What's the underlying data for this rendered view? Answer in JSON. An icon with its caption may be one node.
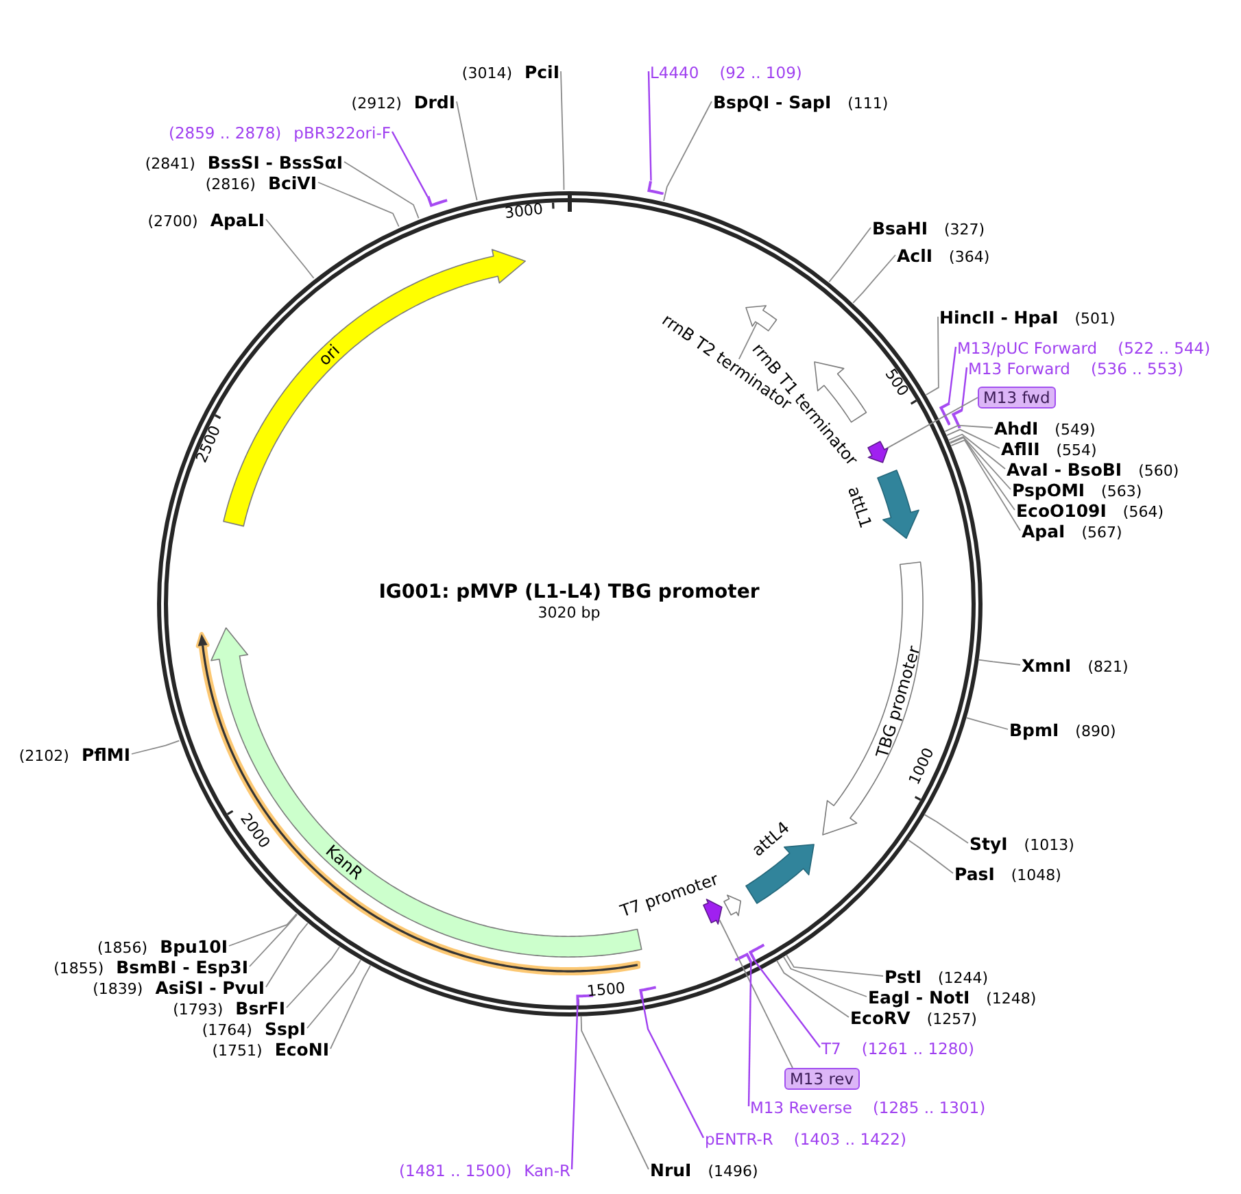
{
  "diagram": {
    "nodes": [
      {
        "text": [
          "IG001: pMVP (L1-L4) TBG promoter",
          "3020 bp"
        ]
      },
      {
        "text": [
          "ori"
        ],
        "in": 0
      },
      {
        "text": [
          "rrnB T2 terminator"
        ],
        "in": 0
      },
      {
        "text": [],
        "shape": "arrow",
        "in": 0
      },
      {
        "text": [],
        "shape": "arrow",
        "in": 0,
        "beside": [
          "rrnB T1 terminator"
        ]
      },
      {
        "text": [],
        "shape": "arrow",
        "in": 0
      },
      {
        "text": [],
        "shape": "arrow",
        "in": 0,
        "beside": [
          "attL1"
        ]
      },
      {
        "text": [
          "TBG promoter"
        ],
        "in": 0
      },
      {
        "text": [],
        "shape": "arrow",
        "in": 0
      },
      {
        "text": [
          "KanR"
        ],
        "in": 0
      },
      {
        "text": [],
        "shape": "arrow",
        "in": 0,
        "beside": [
          "attL4"
        ]
      },
      {
        "text": [],
        "shape": "arrow",
        "in": 0,
        "beside": [
          "T7 promoter"
        ]
      },
      {
        "text": [],
        "shape": "arrow",
        "in": 0
      },
      {
        "text": [
          "(3014)",
          "PciI"
        ]
      },
      {
        "text": [
          "L4440",
          "(92 .. 109)"
        ]
      },
      {
        "text": [],
        "shape": "arc"
      },
      {
        "text": [
          "(2912)",
          "DrdI"
        ]
      },
      {
        "text": [
          "BspQI - SapI",
          "(111)"
        ]
      },
      {
        "text": [
          "(2859 .. 2878)",
          "pBR322ori-F"
        ]
      },
      {
        "text": [],
        "shape": "arc"
      },
      {
        "text": [
          "(2841)",
          "BssSI - BssSαI"
        ]
      },
      {
        "text": [
          "(2816)",
          "BciVI"
        ]
      },
      {
        "text": [
          "(2700)",
          "ApaLI"
        ]
      },
      {
        "text": [
          "BsaHI",
          "(327)"
        ]
      },
      {
        "text": [
          "AclI",
          "(364)"
        ]
      },
      {
        "text": [
          "HincII - HpaI",
          "(501)"
        ]
      },
      {
        "text": [
          "M13/pUC Forward",
          "(522 .. 544)"
        ]
      },
      {
        "text": [],
        "shape": "arc"
      },
      {
        "text": [
          "M13 Forward",
          "(536 .. 553)"
        ]
      },
      {
        "text": [],
        "shape": "arc"
      },
      {
        "text": [
          "M13 fwd"
        ]
      },
      {
        "text": [
          "AhdI",
          "(549)"
        ]
      },
      {
        "text": [
          "AflII",
          "(554)"
        ]
      },
      {
        "text": [
          "AvaI - BsoBI",
          "(560)"
        ]
      },
      {
        "text": [
          "PspOMI",
          "(563)"
        ]
      },
      {
        "text": [
          "EcoO109I",
          "(564)"
        ]
      },
      {
        "text": [
          "ApaI",
          "(567)"
        ]
      },
      {
        "text": [
          "XmnI",
          "(821)"
        ]
      },
      {
        "text": [
          "BpmI",
          "(890)"
        ]
      },
      {
        "text": [
          "(2102)",
          "PflMI"
        ]
      },
      {
        "text": [
          "StyI",
          "(1013)"
        ]
      },
      {
        "text": [
          "PasI",
          "(1048)"
        ]
      },
      {
        "text": [
          "(1856)",
          "Bpu10I"
        ]
      },
      {
        "text": [
          "(1855)",
          "BsmBI - Esp3I"
        ]
      },
      {
        "text": [
          "PstI",
          "(1244)"
        ]
      },
      {
        "text": [
          "(1839)",
          "AsiSI - PvuI"
        ]
      },
      {
        "text": [
          "EagI - NotI",
          "(1248)"
        ]
      },
      {
        "text": [
          "(1793)",
          "BsrFI"
        ]
      },
      {
        "text": [
          "EcoRV",
          "(1257)"
        ]
      },
      {
        "text": [
          "(1764)",
          "SspI"
        ]
      },
      {
        "text": [
          "T7",
          "(1261 .. 1280)"
        ]
      },
      {
        "text": [],
        "shape": "arc",
        "in": 0
      },
      {
        "text": [
          "(1751)",
          "EcoNI"
        ]
      },
      {
        "text": [
          "M13 rev"
        ]
      },
      {
        "text": [
          "M13 Reverse",
          "(1285 .. 1301)"
        ]
      },
      {
        "text": [],
        "shape": "arc",
        "in": 0
      },
      {
        "text": [
          "pENTR-R",
          "(1403 .. 1422)"
        ]
      },
      {
        "text": [],
        "shape": "arc",
        "in": 0
      },
      {
        "text": [
          "(1481 .. 1500)",
          "Kan-R"
        ]
      },
      {
        "text": [],
        "shape": "arc",
        "in": 0
      },
      {
        "text": [
          "NruI",
          "(1496)"
        ]
      }
    ],
    "edges": [
      {
        "from": 2,
        "to": 3,
        "arrow": "none"
      },
      {
        "from": 13,
        "to": 0,
        "arrow": "none"
      },
      {
        "from": 14,
        "to": 15,
        "arrow": "none",
        "color": "#9f3ff0"
      },
      {
        "from": 16,
        "to": 0,
        "arrow": "none"
      },
      {
        "from": 17,
        "to": 0,
        "arrow": "none"
      },
      {
        "from": 18,
        "to": 19,
        "arrow": "none",
        "color": "#9f3ff0"
      },
      {
        "from": 20,
        "to": 0,
        "arrow": "none"
      },
      {
        "from": 21,
        "to": 0,
        "arrow": "none"
      },
      {
        "from": 22,
        "to": 0,
        "arrow": "none"
      },
      {
        "from": 23,
        "to": 0,
        "arrow": "none"
      },
      {
        "from": 24,
        "to": 0,
        "arrow": "none"
      },
      {
        "from": 25,
        "to": 0,
        "arrow": "none"
      },
      {
        "from": 26,
        "to": 27,
        "arrow": "none",
        "color": "#9f3ff0"
      },
      {
        "from": 28,
        "to": 29,
        "arrow": "none",
        "color": "#9f3ff0"
      },
      {
        "from": 30,
        "to": 5,
        "arrow": "none"
      },
      {
        "from": 31,
        "to": 0,
        "arrow": "none"
      },
      {
        "from": 32,
        "to": 0,
        "arrow": "none"
      },
      {
        "from": 33,
        "to": 0,
        "arrow": "none"
      },
      {
        "from": 34,
        "to": 0,
        "arrow": "none"
      },
      {
        "from": 35,
        "to": 0,
        "arrow": "none"
      },
      {
        "from": 36,
        "to": 0,
        "arrow": "none"
      },
      {
        "from": 37,
        "to": 0,
        "arrow": "none"
      },
      {
        "from": 38,
        "to": 0,
        "arrow": "none"
      },
      {
        "from": 39,
        "to": 0,
        "arrow": "none"
      },
      {
        "from": 40,
        "to": 0,
        "arrow": "none"
      },
      {
        "from": 41,
        "to": 0,
        "arrow": "none"
      },
      {
        "from": 42,
        "to": 0,
        "arrow": "none"
      },
      {
        "from": 43,
        "to": 0,
        "arrow": "none"
      },
      {
        "from": 44,
        "to": 0,
        "arrow": "none"
      },
      {
        "from": 45,
        "to": 0,
        "arrow": "none"
      },
      {
        "from": 46,
        "to": 0,
        "arrow": "none"
      },
      {
        "from": 47,
        "to": 0,
        "arrow": "none"
      },
      {
        "from": 48,
        "to": 0,
        "arrow": "none"
      },
      {
        "from": 49,
        "to": 0,
        "arrow": "none"
      },
      {
        "from": 50,
        "to": 51,
        "arrow": "none",
        "color": "#9f3ff0"
      },
      {
        "from": 52,
        "to": 0,
        "arrow": "none"
      },
      {
        "from": 53,
        "to": 12,
        "arrow": "none"
      },
      {
        "from": 54,
        "to": 55,
        "arrow": "none",
        "color": "#9f3ff0"
      },
      {
        "from": 56,
        "to": 57,
        "arrow": "none",
        "color": "#9f3ff0"
      },
      {
        "from": 58,
        "to": 59,
        "arrow": "none",
        "color": "#9f3ff0"
      },
      {
        "from": 60,
        "to": 0,
        "arrow": "none"
      }
    ],
    "labels": [
      "3000",
      "500",
      "2500",
      "1000",
      "2000",
      "1500"
    ]
  }
}
